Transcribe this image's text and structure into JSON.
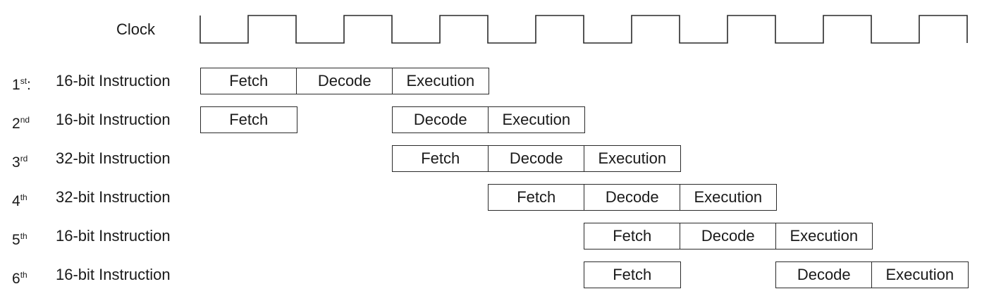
{
  "clock": {
    "label": "Clock",
    "cycles": 8
  },
  "instructions": [
    {
      "ordinal_num": "1",
      "ordinal_suffix": "st",
      "ordinal_sep": ":",
      "name": "16-bit Instruction",
      "stages": [
        {
          "label": "Fetch",
          "cycle": 0
        },
        {
          "label": "Decode",
          "cycle": 1
        },
        {
          "label": "Execution",
          "cycle": 2
        }
      ]
    },
    {
      "ordinal_num": "2",
      "ordinal_suffix": "nd",
      "ordinal_sep": "",
      "name": "16-bit Instruction",
      "stages": [
        {
          "label": "Fetch",
          "cycle": 0
        },
        {
          "label": "Decode",
          "cycle": 2
        },
        {
          "label": "Execution",
          "cycle": 3
        }
      ]
    },
    {
      "ordinal_num": "3",
      "ordinal_suffix": "rd",
      "ordinal_sep": "",
      "name": "32-bit Instruction",
      "stages": [
        {
          "label": "Fetch",
          "cycle": 2
        },
        {
          "label": "Decode",
          "cycle": 3
        },
        {
          "label": "Execution",
          "cycle": 4
        }
      ]
    },
    {
      "ordinal_num": "4",
      "ordinal_suffix": "th",
      "ordinal_sep": "",
      "name": "32-bit Instruction",
      "stages": [
        {
          "label": "Fetch",
          "cycle": 3
        },
        {
          "label": "Decode",
          "cycle": 4
        },
        {
          "label": "Execution",
          "cycle": 5
        }
      ]
    },
    {
      "ordinal_num": "5",
      "ordinal_suffix": "th",
      "ordinal_sep": "",
      "name": "16-bit Instruction",
      "stages": [
        {
          "label": "Fetch",
          "cycle": 4
        },
        {
          "label": "Decode",
          "cycle": 5
        },
        {
          "label": "Execution",
          "cycle": 6
        }
      ]
    },
    {
      "ordinal_num": "6",
      "ordinal_suffix": "th",
      "ordinal_sep": "",
      "name": "16-bit Instruction",
      "stages": [
        {
          "label": "Fetch",
          "cycle": 4
        },
        {
          "label": "Decode",
          "cycle": 6
        },
        {
          "label": "Execution",
          "cycle": 7
        }
      ]
    }
  ]
}
